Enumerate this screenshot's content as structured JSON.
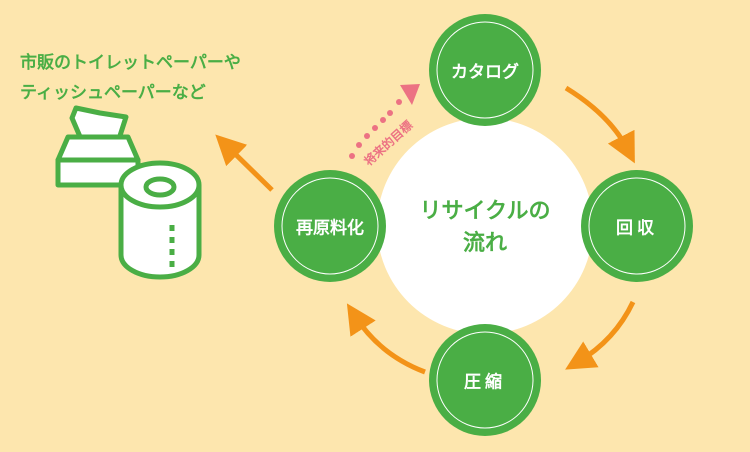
{
  "caption": {
    "line1": "市販のトイレットペーパーや",
    "line2": "ティッシュペーパーなど"
  },
  "center": {
    "line1": "リサイクルの",
    "line2": "流れ"
  },
  "steps": [
    "カタログ",
    "回収",
    "圧縮",
    "再原料化"
  ],
  "future_goal": "将来的目標",
  "colors": {
    "background": "#fde6ae",
    "green": "#4aae45",
    "orange": "#f39318",
    "pink": "#ec7283"
  }
}
